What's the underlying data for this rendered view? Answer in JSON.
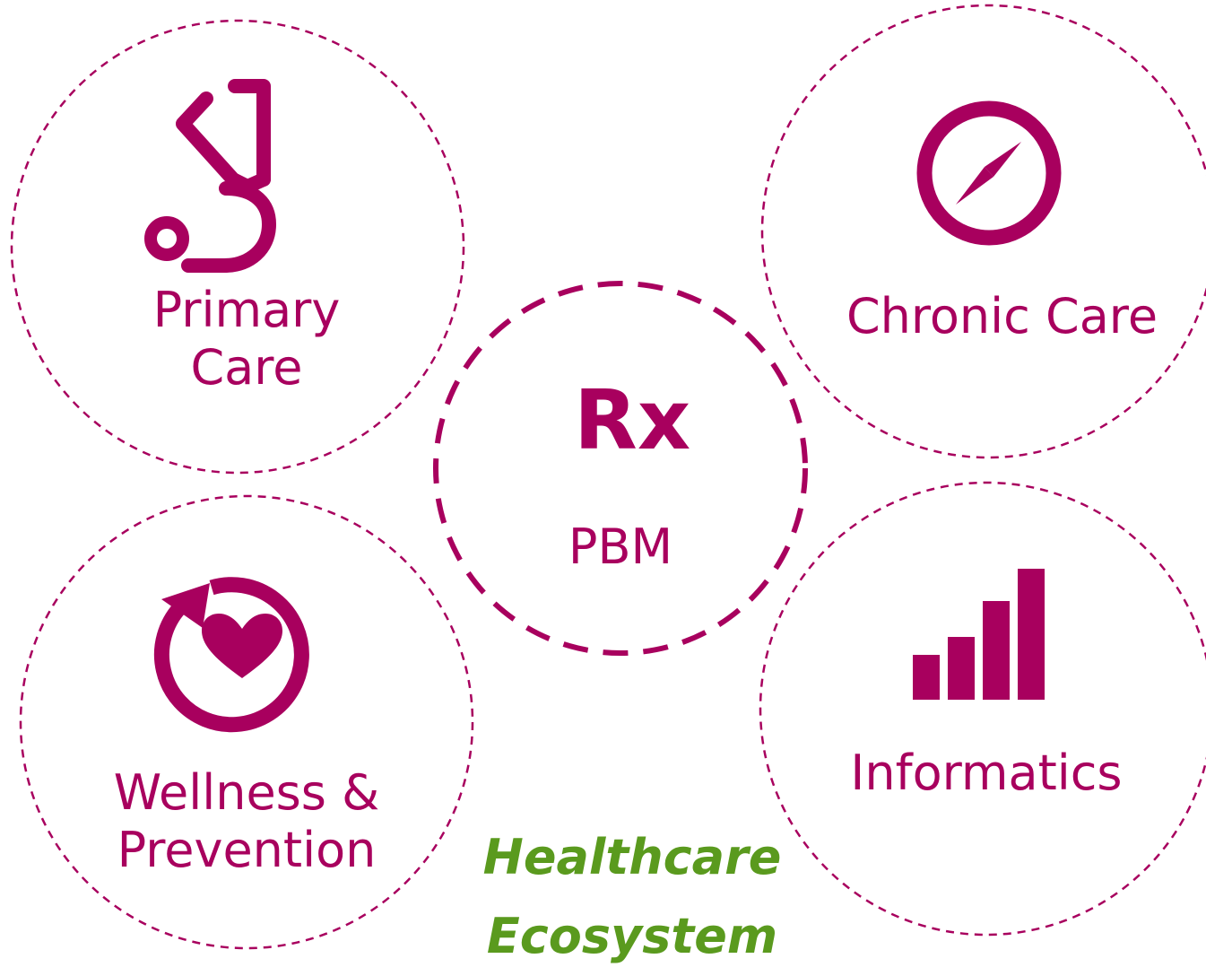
{
  "title": {
    "line1": "Healthcare",
    "line2": "Ecosystem"
  },
  "nodes": [
    {
      "id": "primary-care",
      "line1": "Primary",
      "line2": "Care",
      "icon": "stethoscope-icon"
    },
    {
      "id": "chronic-care",
      "line1": "Chronic Care",
      "icon": "compass-icon"
    },
    {
      "id": "pbm",
      "line1": "PBM",
      "icon": "rx-icon",
      "icon_text": "Rx"
    },
    {
      "id": "wellness-prevention",
      "line1": "Wellness &",
      "line2": "Prevention",
      "icon": "heart-cycle-icon"
    },
    {
      "id": "informatics",
      "line1": "Informatics",
      "icon": "bar-chart-icon"
    }
  ],
  "colors": {
    "accent": "#A8005E",
    "title": "#5A9A1E",
    "background": "#FFFFFF"
  }
}
